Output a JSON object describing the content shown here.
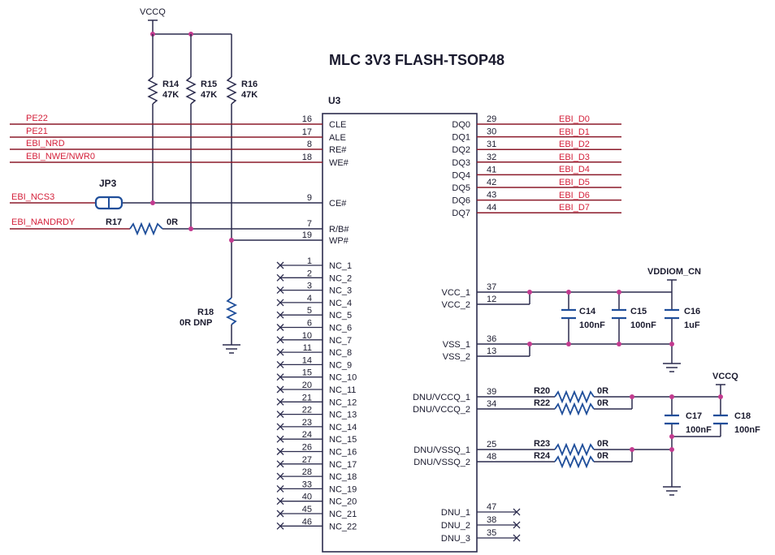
{
  "title": "MLC 3V3 FLASH-TSOP48",
  "ic": {
    "ref": "U3",
    "left_pins": [
      {
        "num": "16",
        "name": "CLE"
      },
      {
        "num": "17",
        "name": "ALE"
      },
      {
        "num": "8",
        "name": "RE#"
      },
      {
        "num": "18",
        "name": "WE#"
      },
      {
        "num": "9",
        "name": "CE#"
      },
      {
        "num": "7",
        "name": "R/B#"
      },
      {
        "num": "19",
        "name": "WP#"
      }
    ],
    "nc_pins": [
      {
        "num": "1",
        "name": "NC_1"
      },
      {
        "num": "2",
        "name": "NC_2"
      },
      {
        "num": "3",
        "name": "NC_3"
      },
      {
        "num": "4",
        "name": "NC_4"
      },
      {
        "num": "5",
        "name": "NC_5"
      },
      {
        "num": "6",
        "name": "NC_6"
      },
      {
        "num": "10",
        "name": "NC_7"
      },
      {
        "num": "11",
        "name": "NC_8"
      },
      {
        "num": "14",
        "name": "NC_9"
      },
      {
        "num": "15",
        "name": "NC_10"
      },
      {
        "num": "20",
        "name": "NC_11"
      },
      {
        "num": "21",
        "name": "NC_12"
      },
      {
        "num": "22",
        "name": "NC_13"
      },
      {
        "num": "23",
        "name": "NC_14"
      },
      {
        "num": "24",
        "name": "NC_15"
      },
      {
        "num": "26",
        "name": "NC_16"
      },
      {
        "num": "27",
        "name": "NC_17"
      },
      {
        "num": "28",
        "name": "NC_18"
      },
      {
        "num": "33",
        "name": "NC_19"
      },
      {
        "num": "40",
        "name": "NC_20"
      },
      {
        "num": "45",
        "name": "NC_21"
      },
      {
        "num": "46",
        "name": "NC_22"
      }
    ],
    "data_pins": [
      {
        "num": "29",
        "name": "DQ0"
      },
      {
        "num": "30",
        "name": "DQ1"
      },
      {
        "num": "31",
        "name": "DQ2"
      },
      {
        "num": "32",
        "name": "DQ3"
      },
      {
        "num": "41",
        "name": "DQ4"
      },
      {
        "num": "42",
        "name": "DQ5"
      },
      {
        "num": "43",
        "name": "DQ6"
      },
      {
        "num": "44",
        "name": "DQ7"
      }
    ],
    "power_pins": [
      {
        "num": "37",
        "name": "VCC_1"
      },
      {
        "num": "12",
        "name": "VCC_2"
      },
      {
        "num": "36",
        "name": "VSS_1"
      },
      {
        "num": "13",
        "name": "VSS_2"
      },
      {
        "num": "39",
        "name": "DNU/VCCQ_1"
      },
      {
        "num": "34",
        "name": "DNU/VCCQ_2"
      },
      {
        "num": "25",
        "name": "DNU/VSSQ_1"
      },
      {
        "num": "48",
        "name": "DNU/VSSQ_2"
      }
    ],
    "dnu_pins": [
      {
        "num": "47",
        "name": "DNU_1"
      },
      {
        "num": "38",
        "name": "DNU_2"
      },
      {
        "num": "35",
        "name": "DNU_3"
      }
    ]
  },
  "left_nets": [
    "PE22",
    "PE21",
    "EBI_NRD",
    "EBI_NWE/NWR0",
    "EBI_NCS3",
    "EBI_NANDRDY"
  ],
  "data_nets": [
    "EBI_D0",
    "EBI_D1",
    "EBI_D2",
    "EBI_D3",
    "EBI_D4",
    "EBI_D5",
    "EBI_D6",
    "EBI_D7"
  ],
  "power_nets": {
    "vccq_top": "VCCQ",
    "vddiom": "VDDIOM_CN",
    "vccq_right": "VCCQ"
  },
  "pullups": [
    {
      "ref": "R14",
      "value": "47K"
    },
    {
      "ref": "R15",
      "value": "47K"
    },
    {
      "ref": "R16",
      "value": "47K"
    }
  ],
  "jumper": {
    "ref": "JP3"
  },
  "r17": {
    "ref": "R17",
    "value": "0R"
  },
  "r18": {
    "ref": "R18",
    "value": "0R DNP"
  },
  "caps": [
    {
      "ref": "C14",
      "value": "100nF"
    },
    {
      "ref": "C15",
      "value": "100nF"
    },
    {
      "ref": "C16",
      "value": "1uF"
    },
    {
      "ref": "C17",
      "value": "100nF"
    },
    {
      "ref": "C18",
      "value": "100nF"
    }
  ],
  "dnu_resistors": [
    {
      "ref": "R20",
      "value": "0R"
    },
    {
      "ref": "R22",
      "value": "0R"
    },
    {
      "ref": "R23",
      "value": "0R"
    },
    {
      "ref": "R24",
      "value": "0R"
    }
  ],
  "colors": {
    "net": "#8b1a2a",
    "net_label": "#d4203a",
    "wire": "#2c2c4e",
    "junction": "#c23a8f",
    "text": "#1a1a2e"
  }
}
